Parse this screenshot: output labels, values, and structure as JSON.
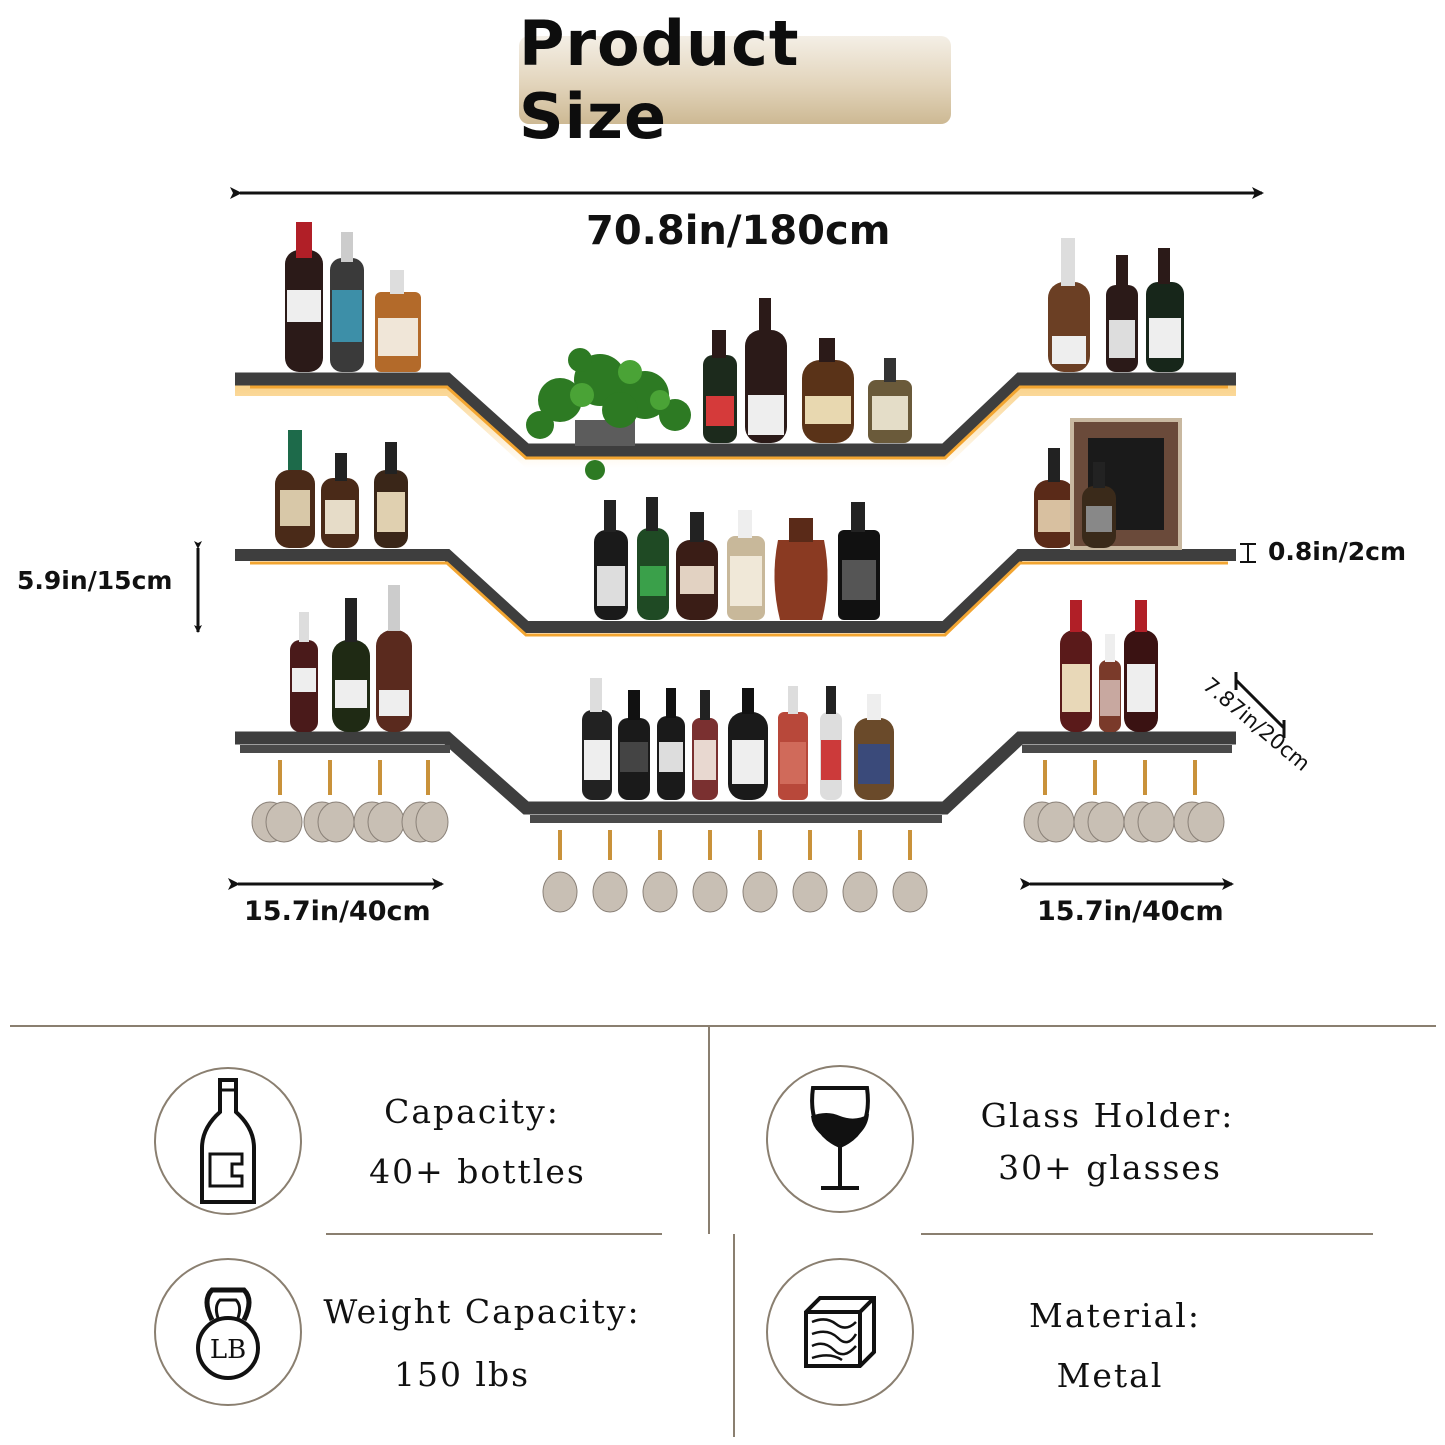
{
  "title": "Product Size",
  "dimensions": {
    "total_width": "70.8in/180cm",
    "shelf_spacing": "5.9in/15cm",
    "thickness": "0.8in/2cm",
    "depth": "7.87in/20cm",
    "left_width": "15.7in/40cm",
    "right_width": "15.7in/40cm"
  },
  "features": {
    "capacity": {
      "label": "Capacity:",
      "value": "40+ bottles",
      "icon": "bottle-icon"
    },
    "glass_holder": {
      "label": "Glass Holder:",
      "value": "30+ glasses",
      "icon": "wine-glass-icon"
    },
    "weight": {
      "label": "Weight Capacity:",
      "value": "150 lbs",
      "icon": "kettlebell-icon",
      "icon_text": "LB"
    },
    "material": {
      "label": "Material:",
      "value": "Metal",
      "icon": "metal-block-icon"
    }
  },
  "colors": {
    "shelf": "#3e3e3e",
    "led": "#f2a531",
    "accent": "#8a7f70",
    "badge": "#e2d4bb"
  }
}
